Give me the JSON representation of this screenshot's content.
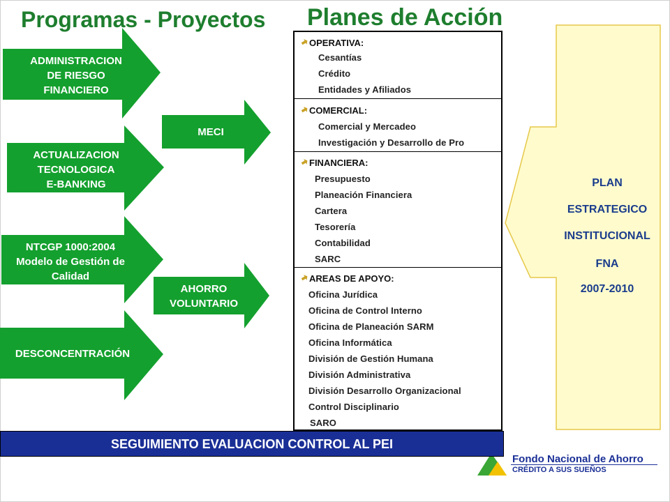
{
  "title": {
    "left": "Programas - Proyectos",
    "right": "Planes de Acción"
  },
  "programs": [
    {
      "lines": [
        "ADMINISTRACION",
        "DE RIESGO",
        "FINANCIERO"
      ]
    },
    {
      "lines": [
        "ACTUALIZACION",
        "TECNOLOGICA",
        "E-BANKING"
      ]
    },
    {
      "lines": [
        "NTCGP 1000:2004",
        "Modelo de Gestión de",
        "Calidad"
      ]
    },
    {
      "lines": [
        "DESCONCENTRACIÓN"
      ]
    }
  ],
  "middle_arrows": {
    "meci": [
      "MECI"
    ],
    "ahorro": [
      "AHORRO",
      "VOLUNTARIO"
    ]
  },
  "action_plans": [
    {
      "title": "OPERATIVA:",
      "items": [
        "Cesantías",
        "Crédito",
        "Entidades y Afiliados"
      ]
    },
    {
      "title": "COMERCIAL:",
      "items": [
        "Comercial y Mercadeo",
        "Investigación y Desarrollo de Pro"
      ]
    },
    {
      "title": "FINANCIERA:",
      "items": [
        "Presupuesto",
        "Planeación Financiera",
        "Cartera",
        "Tesorería",
        "Contabilidad",
        "SARC"
      ]
    },
    {
      "title": "AREAS DE APOYO:",
      "items": [
        "Oficina Jurídica",
        "Oficina de Control Interno",
        "Oficina de Planeación SARM",
        "Oficina Informática",
        "División de Gestión Humana",
        "División Administrativa",
        "División Desarrollo Organizacional",
        "Control Disciplinario",
        "SARO"
      ]
    }
  ],
  "plan_estrategico": [
    "PLAN",
    "ESTRATEGICO",
    "INSTITUCIONAL",
    "FNA",
    "2007-2010"
  ],
  "footer_bar": "SEGUIMIENTO EVALUACION CONTROL AL PEI",
  "logo": {
    "name": "Fondo Nacional de Ahorro",
    "slogan": "CRÉDITO A SUS SUEÑOS"
  },
  "colors": {
    "green": "#14a02e",
    "title_green": "#1e7e2e",
    "navy": "#1a2f96",
    "plan_text": "#1a3c8c",
    "plan_fill": "#fffbcc",
    "plan_stroke": "#e6c84a"
  },
  "icons": {
    "section_bullet": "arrow-bullet-icon"
  }
}
